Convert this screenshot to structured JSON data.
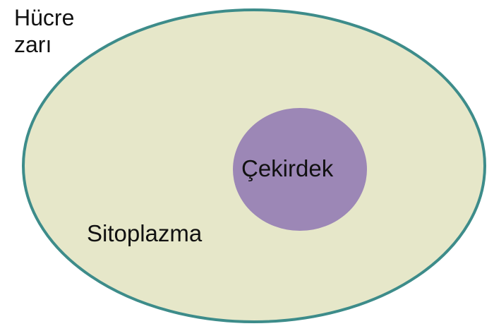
{
  "labels": {
    "membrane": "Hücre zarı",
    "nucleus": "Çekirdek",
    "cytoplasm": "Sitoplazma"
  },
  "colors": {
    "cell_fill": "#e6e7c9",
    "membrane_stroke": "#3d8c8a",
    "nucleus_fill": "#9c87b6"
  }
}
